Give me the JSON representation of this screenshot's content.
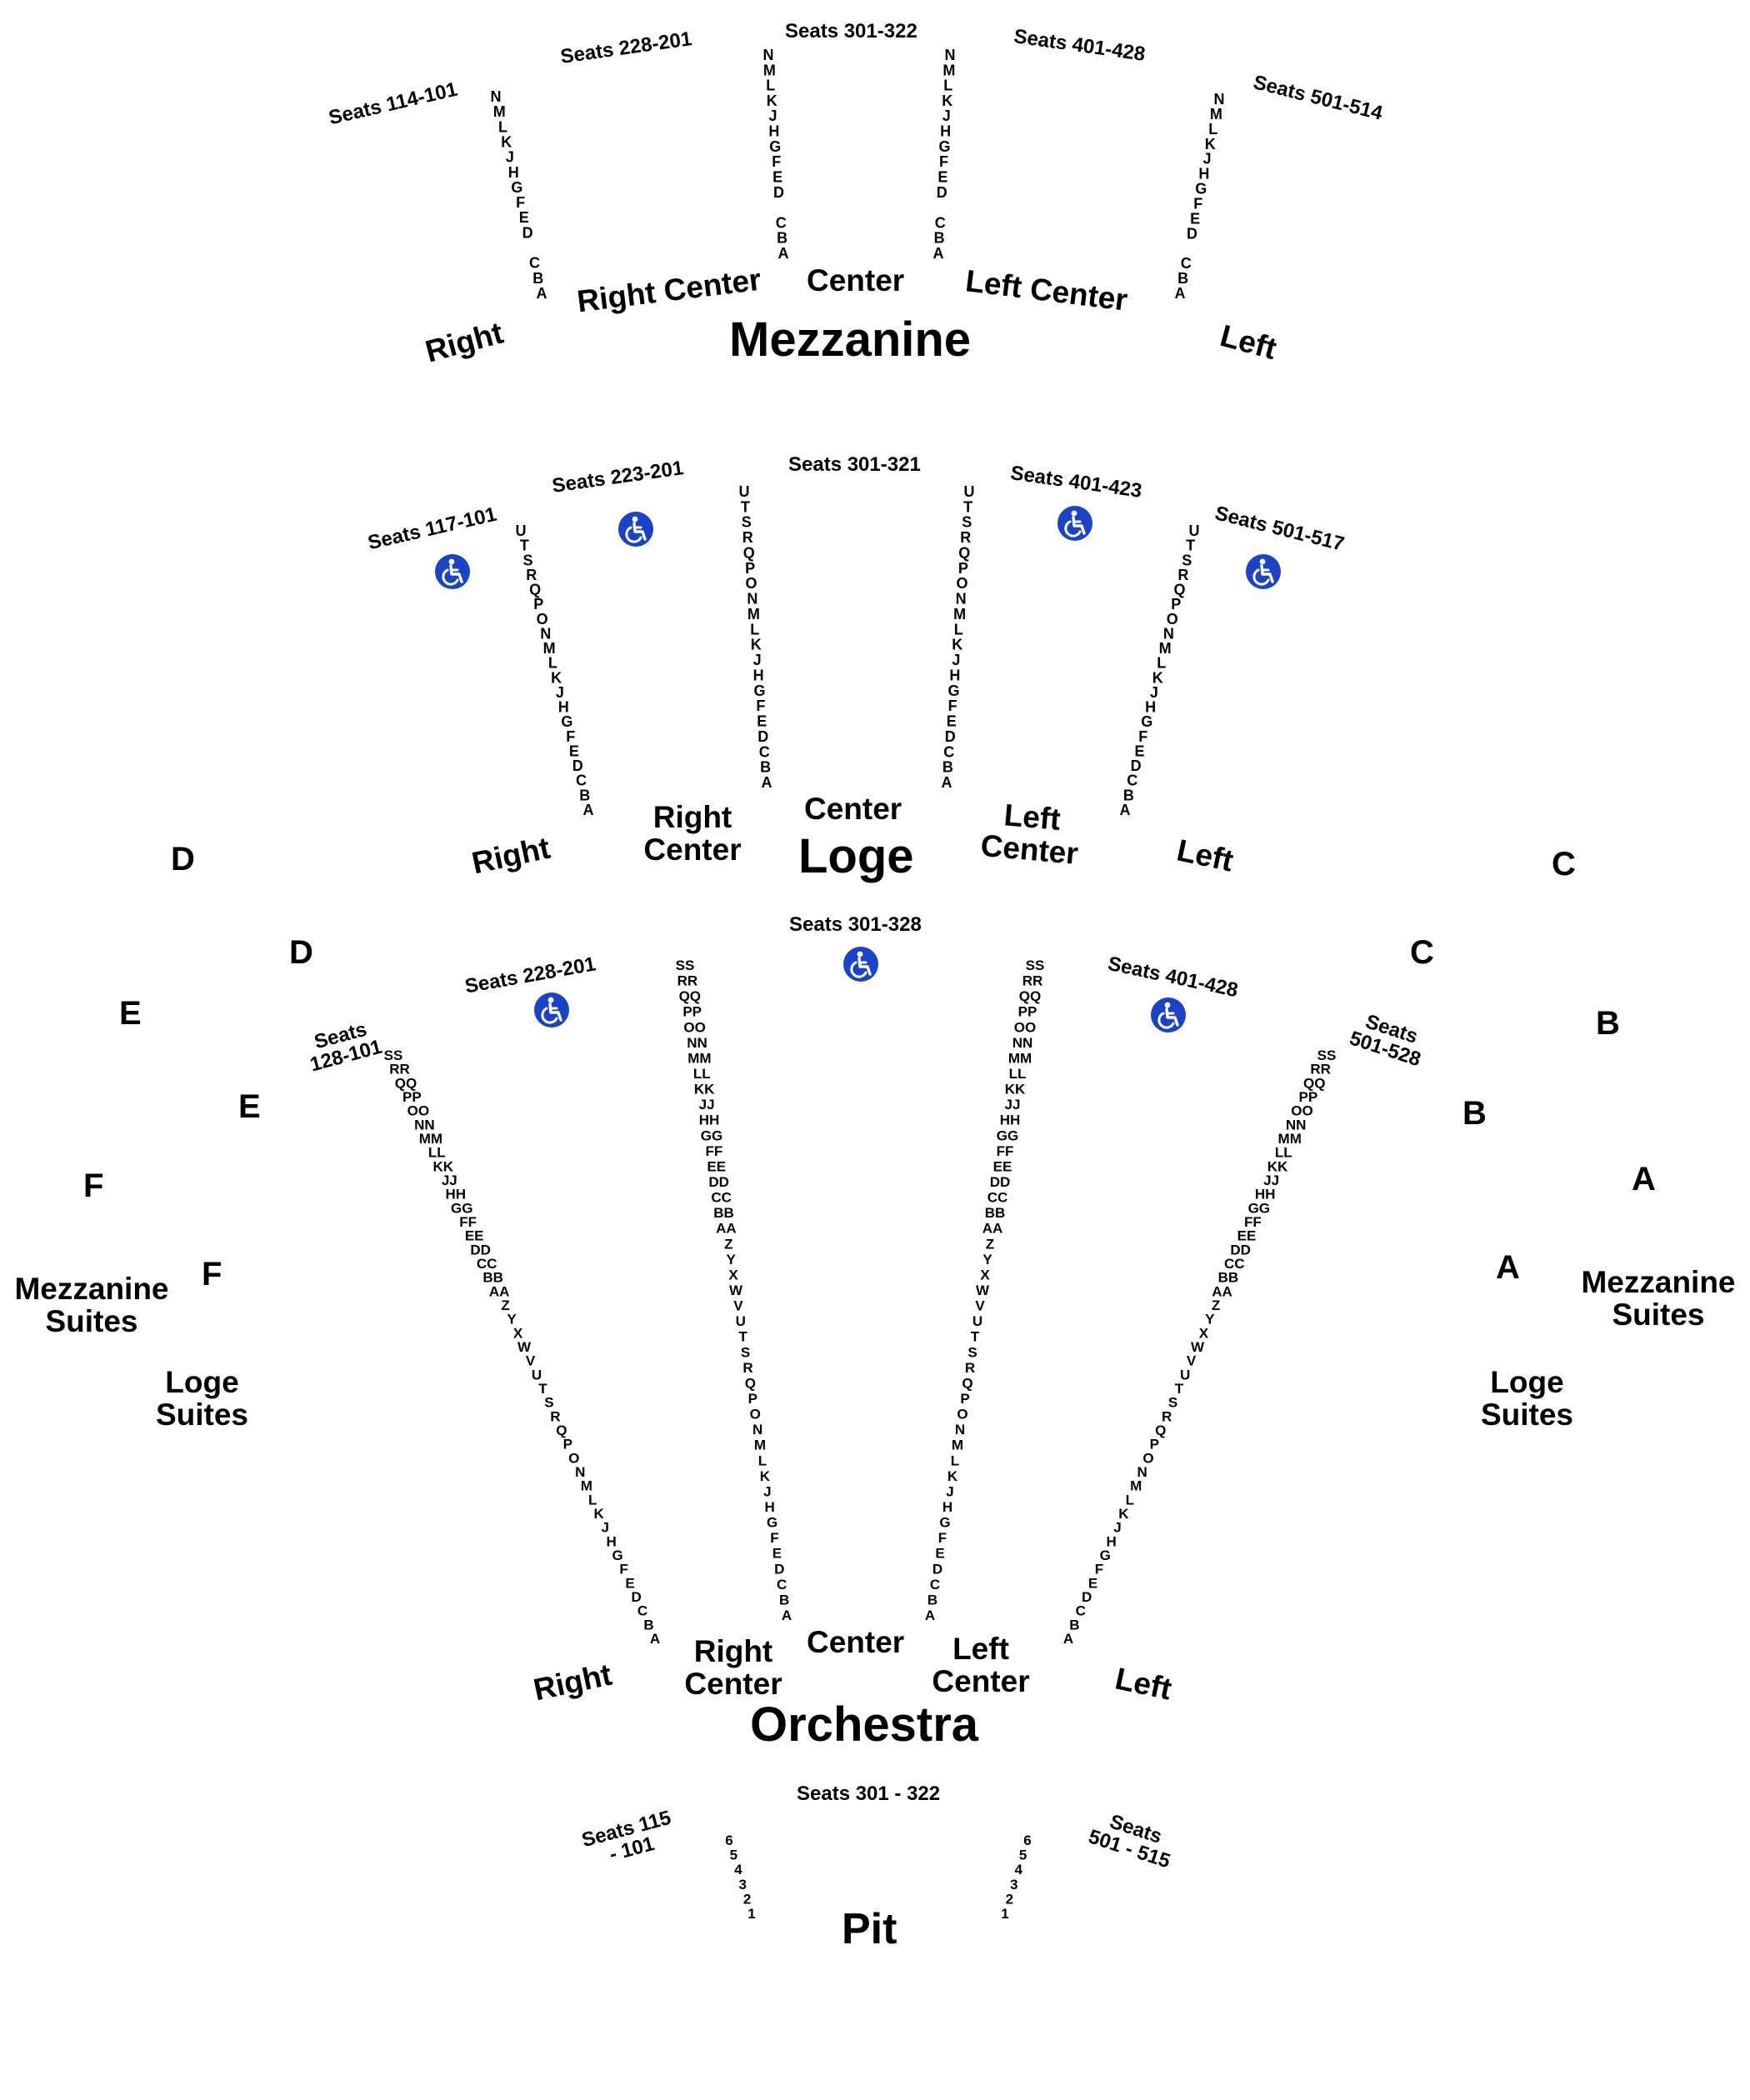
{
  "colors": {
    "accessible": "#1a43c8",
    "text": "#000000"
  },
  "sections": {
    "mezzanine": {
      "title": "Mezzanine",
      "right": "Right",
      "right_center": "Right Center",
      "center": "Center",
      "left_center": "Left Center",
      "left": "Left",
      "seats_right": "Seats 114-101",
      "seats_right_center": "Seats 228-201",
      "seats_center": "Seats 301-322",
      "seats_left_center": "Seats 401-428",
      "seats_left": "Seats 501-514"
    },
    "loge": {
      "title": "Loge",
      "right": "Right",
      "right_center": "Right Center",
      "center": "Center",
      "left_center": "Left Center",
      "left": "Left",
      "seats_right": "Seats 117-101",
      "seats_right_center": "Seats 223-201",
      "seats_center": "Seats 301-321",
      "seats_left_center": "Seats 401-423",
      "seats_left": "Seats 501-517"
    },
    "orchestra": {
      "title": "Orchestra",
      "right": "Right",
      "right_center": "Right Center",
      "center": "Center",
      "left_center": "Left Center",
      "left": "Left",
      "seats_right": "Seats 128-101",
      "seats_right_center": "Seats 228-201",
      "seats_center": "Seats 301-328",
      "seats_left_center": "Seats 401-428",
      "seats_left": "Seats 501-528"
    },
    "pit": {
      "title": "Pit",
      "seats_right": "Seats 115 - 101",
      "seats_center": "Seats 301 - 322",
      "seats_left": "Seats 501 - 515"
    }
  },
  "boxes": {
    "left_side": [
      "D",
      "D",
      "E",
      "E",
      "F",
      "F"
    ],
    "right_side": [
      "C",
      "C",
      "B",
      "B",
      "A",
      "A"
    ],
    "mezzanine_suites": "Mezzanine Suites",
    "loge_suites": "Loge Suites"
  },
  "rows": {
    "mezzanine": [
      "N",
      "M",
      "L",
      "K",
      "J",
      "H",
      "G",
      "F",
      "E",
      "D",
      "",
      "C",
      "B",
      "A"
    ],
    "loge": [
      "U",
      "T",
      "S",
      "R",
      "Q",
      "P",
      "O",
      "N",
      "M",
      "L",
      "K",
      "J",
      "H",
      "G",
      "F",
      "E",
      "D",
      "C",
      "B",
      "A"
    ],
    "orchestra": [
      "SS",
      "RR",
      "QQ",
      "PP",
      "OO",
      "NN",
      "MM",
      "LL",
      "KK",
      "JJ",
      "HH",
      "GG",
      "FF",
      "EE",
      "DD",
      "CC",
      "BB",
      "AA",
      "Z",
      "Y",
      "X",
      "W",
      "V",
      "U",
      "T",
      "S",
      "R",
      "Q",
      "P",
      "O",
      "N",
      "M",
      "L",
      "K",
      "J",
      "H",
      "G",
      "F",
      "E",
      "D",
      "C",
      "B",
      "A"
    ],
    "pit": [
      "6",
      "5",
      "4",
      "3",
      "2",
      "1"
    ]
  },
  "accessible_icon": "wheelchair-icon"
}
